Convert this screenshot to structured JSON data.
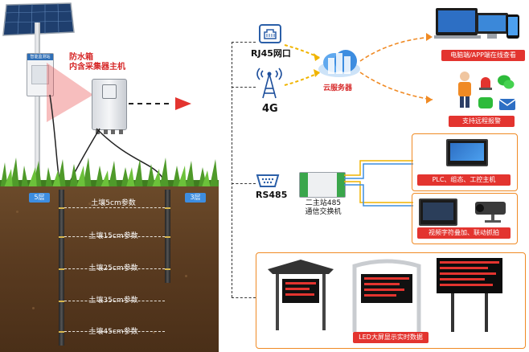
{
  "enclosure": {
    "line1": "防水箱",
    "line2": "内含采集器主机",
    "box_label": "智能监测站"
  },
  "layers": {
    "left_tag": "5层",
    "right_tag": "3层"
  },
  "depths": [
    {
      "label": "土壤5cm参数"
    },
    {
      "label": "土壤15cm参数"
    },
    {
      "label": "土壤25cm参数"
    },
    {
      "label": "土壤35cm参数"
    },
    {
      "label": "土壤45cm参数"
    }
  ],
  "comm": {
    "rj45": "RJ45网口",
    "g4": "4G",
    "rs485": "RS485"
  },
  "cloud": {
    "label": "云服务器"
  },
  "outputs": {
    "pc_app": "电脑端/APP端在线查看",
    "alarm": "支持远程报警",
    "plc": "PLC、组态、工控主机",
    "video": "视频字符叠加、联动抓拍",
    "led": "LED大屏显示实时数据"
  },
  "switch": {
    "line1": "二主站485",
    "line2": "通信交换机"
  },
  "colors": {
    "accent_red": "#e3342f",
    "accent_orange": "#f08a24",
    "soil": "#5a3b20",
    "layer_blue": "#3d8de0"
  }
}
